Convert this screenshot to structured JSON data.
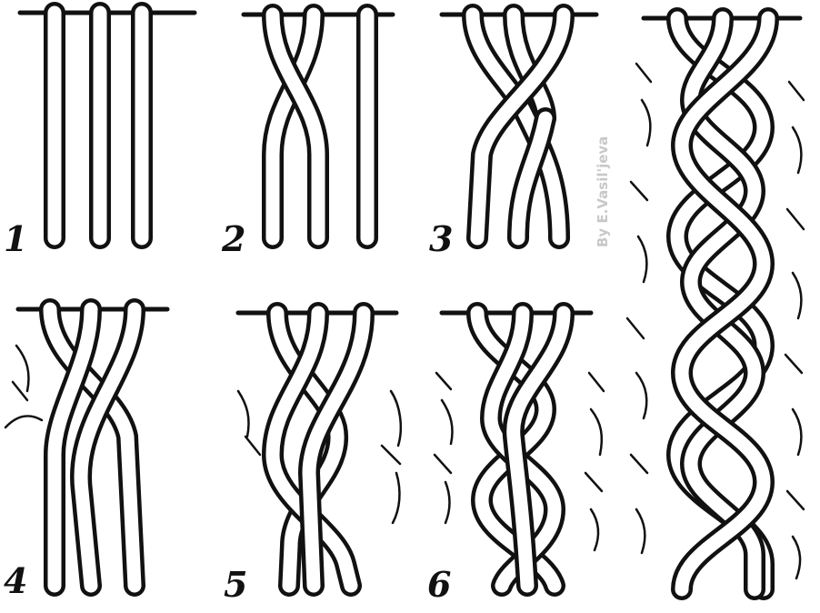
{
  "figure": {
    "type": "braiding-steps-diagram",
    "colors": {
      "ink": "#111111",
      "strand_fill": "#ffffff",
      "background": "#ffffff",
      "watermark": "#c8c8c8"
    },
    "watermark": "By E.Vasil'jeva",
    "steps": [
      {
        "label": "1"
      },
      {
        "label": "2"
      },
      {
        "label": "3"
      },
      {
        "label": "4"
      },
      {
        "label": "5"
      },
      {
        "label": "6"
      },
      {
        "label": ""
      }
    ]
  }
}
